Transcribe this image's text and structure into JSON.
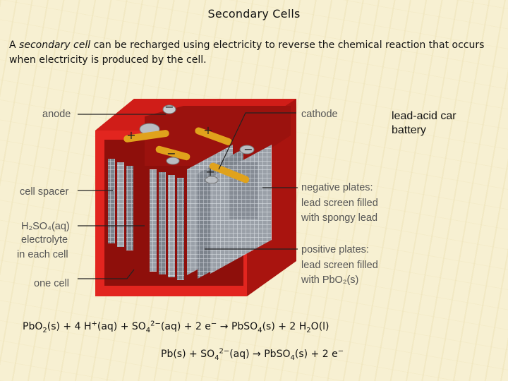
{
  "title": "Secondary Cells",
  "intro": {
    "prefix": "A ",
    "term": "secondary cell",
    "rest": " can be recharged using electricity to reverse the chemical reaction that occurs when electricity is produced by the cell."
  },
  "side_label": "lead-acid car battery",
  "diagram": {
    "anode": "anode",
    "cathode": "cathode",
    "cell_spacer": "cell spacer",
    "electrolyte_formula": "H₂SO₄(aq)",
    "electrolyte_line1": "electrolyte",
    "electrolyte_line2": "in each cell",
    "one_cell": "one cell",
    "negative_line1": "negative plates:",
    "negative_line2": "lead screen filled",
    "negative_line3": "with spongy lead",
    "positive_line1": "positive plates:",
    "positive_line2": "lead screen filled",
    "positive_line3": "with PbO₂(s)",
    "plus": "+",
    "minus": "−"
  },
  "equations": {
    "eq1": {
      "a": "PbO",
      "a_sub": "2",
      "b": "(s) + 4 H",
      "b_sup": "+",
      "c": "(aq) + SO",
      "c_sub": "4",
      "c_sup": "2−",
      "d": "(aq) + 2 e",
      "d_sup": "−",
      "e": " → PbSO",
      "e_sub": "4",
      "f": "(s) + 2 H",
      "f_sub": "2",
      "g": "O(l)"
    },
    "eq2": {
      "a": "Pb(s) + SO",
      "a_sub": "4",
      "a_sup": "2−",
      "b": "(aq) → PbSO",
      "b_sub": "4",
      "c": "(s) + 2 e",
      "c_sup": "−"
    }
  },
  "colors": {
    "case_red": "#d4211c",
    "terminal_gold": "#e0a21c",
    "plate_grey": "#9aa0a8"
  }
}
